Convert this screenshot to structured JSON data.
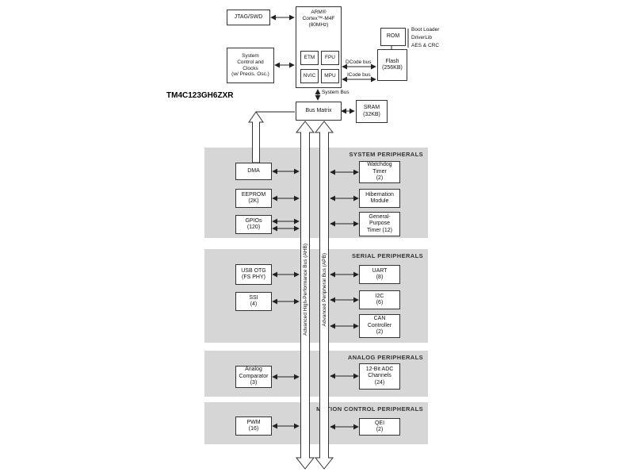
{
  "chip_title": "TM4C123GH6ZXR",
  "top": {
    "jtag_label": "JTAG/SWD",
    "cortex_label": "ARM®\nCortex™-M4F\n(80MHz)",
    "cortex_units": {
      "etm": "ETM",
      "fpu": "FPU",
      "nvic": "NVIC",
      "mpu": "MPU"
    },
    "system_control_label": "System\nControl and\nClocks\n(w/ Precis. Osc.)",
    "rom_label": "ROM",
    "rom_contents": "Boot Loader\nDriverLib\nAES & CRC",
    "flash_label": "Flash\n(256KB)",
    "sram_label": "SRAM\n(32KB)",
    "bus_matrix_label": "Bus Matrix",
    "dcode_label": "DCode bus",
    "icode_label": "ICode bus",
    "system_bus_label": "System Bus"
  },
  "buses": {
    "ahb_label": "Advanced High-Performance Bus (AHB)",
    "apb_label": "Advanced Peripheral Bus (APB)"
  },
  "panels": [
    {
      "title": "SYSTEM PERIPHERALS",
      "left": [
        {
          "label": "DMA"
        },
        {
          "label": "EEPROM\n(2K)"
        },
        {
          "label": "GPIOs\n(120)"
        }
      ],
      "right": [
        {
          "label": "Watchdog\nTimer\n(2)"
        },
        {
          "label": "Hibernation\nModule"
        },
        {
          "label": "General-\nPurpose\nTimer (12)"
        }
      ]
    },
    {
      "title": "SERIAL PERIPHERALS",
      "left": [
        {
          "label": "USB OTG\n(FS PHY)"
        },
        {
          "label": "SSI\n(4)"
        }
      ],
      "right": [
        {
          "label": "UART\n(8)"
        },
        {
          "label": "I2C\n(6)"
        },
        {
          "label": "CAN\nController\n(2)"
        }
      ]
    },
    {
      "title": "ANALOG PERIPHERALS",
      "left": [
        {
          "label": "Analog\nComparator\n(3)"
        }
      ],
      "right": [
        {
          "label": "12-Bit ADC\nChannels\n(24)"
        }
      ]
    },
    {
      "title": "MOTION CONTROL PERIPHERALS",
      "left": [
        {
          "label": "PWM\n(16)"
        }
      ],
      "right": [
        {
          "label": "QEI\n(2)"
        }
      ]
    }
  ],
  "colors": {
    "panel_bg": "#d6d6d6",
    "box_border": "#333333",
    "line": "#222222"
  }
}
